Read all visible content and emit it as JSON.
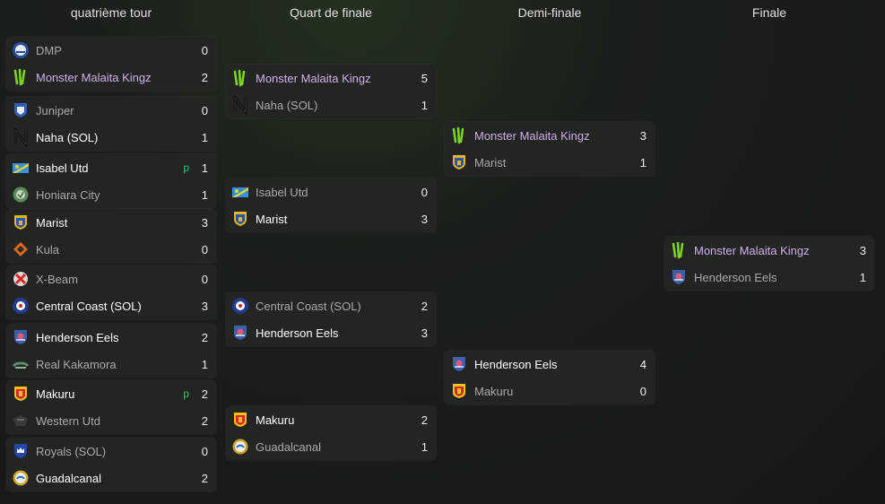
{
  "rounds": [
    {
      "title": "quatrième tour"
    },
    {
      "title": "Quart de finale"
    },
    {
      "title": "Demi-finale"
    },
    {
      "title": "Finale"
    }
  ],
  "matches": [
    {
      "round": 0,
      "team1": {
        "name": "DMP",
        "score": "0",
        "crest": "dmp",
        "state": "lose"
      },
      "team2": {
        "name": "Monster Malaita Kingz",
        "score": "2",
        "crest": "monster",
        "state": "hl"
      }
    },
    {
      "round": 0,
      "team1": {
        "name": "Juniper",
        "score": "0",
        "crest": "juniper",
        "state": "lose"
      },
      "team2": {
        "name": "Naha (SOL)",
        "score": "1",
        "crest": "naha",
        "state": "win"
      }
    },
    {
      "round": 0,
      "team1": {
        "name": "Isabel Utd",
        "score": "1",
        "pen": "p",
        "crest": "isabel",
        "state": "win"
      },
      "team2": {
        "name": "Honiara City",
        "score": "1",
        "crest": "honiara",
        "state": "lose"
      }
    },
    {
      "round": 0,
      "team1": {
        "name": "Marist",
        "score": "3",
        "crest": "marist",
        "state": "win"
      },
      "team2": {
        "name": "Kula",
        "score": "0",
        "crest": "kula",
        "state": "lose"
      }
    },
    {
      "round": 0,
      "team1": {
        "name": "X-Beam",
        "score": "0",
        "crest": "xbeam",
        "state": "lose"
      },
      "team2": {
        "name": "Central Coast (SOL)",
        "score": "3",
        "crest": "central",
        "state": "win"
      }
    },
    {
      "round": 0,
      "team1": {
        "name": "Henderson Eels",
        "score": "2",
        "crest": "henderson",
        "state": "win"
      },
      "team2": {
        "name": "Real Kakamora",
        "score": "1",
        "crest": "kakamora",
        "state": "lose"
      }
    },
    {
      "round": 0,
      "team1": {
        "name": "Makuru",
        "score": "2",
        "pen": "p",
        "crest": "makuru",
        "state": "win"
      },
      "team2": {
        "name": "Western Utd",
        "score": "2",
        "crest": "western",
        "state": "lose"
      }
    },
    {
      "round": 0,
      "team1": {
        "name": "Royals (SOL)",
        "score": "0",
        "crest": "royals",
        "state": "lose"
      },
      "team2": {
        "name": "Guadalcanal",
        "score": "2",
        "crest": "guadalcanal",
        "state": "win"
      }
    },
    {
      "round": 1,
      "team1": {
        "name": "Monster Malaita Kingz",
        "score": "5",
        "crest": "monster",
        "state": "hl"
      },
      "team2": {
        "name": "Naha (SOL)",
        "score": "1",
        "crest": "naha",
        "state": "lose"
      }
    },
    {
      "round": 1,
      "team1": {
        "name": "Isabel Utd",
        "score": "0",
        "crest": "isabel",
        "state": "lose"
      },
      "team2": {
        "name": "Marist",
        "score": "3",
        "crest": "marist",
        "state": "win"
      }
    },
    {
      "round": 1,
      "team1": {
        "name": "Central Coast (SOL)",
        "score": "2",
        "crest": "central",
        "state": "lose"
      },
      "team2": {
        "name": "Henderson Eels",
        "score": "3",
        "crest": "henderson",
        "state": "win"
      }
    },
    {
      "round": 1,
      "team1": {
        "name": "Makuru",
        "score": "2",
        "crest": "makuru",
        "state": "win"
      },
      "team2": {
        "name": "Guadalcanal",
        "score": "1",
        "crest": "guadalcanal",
        "state": "lose"
      }
    },
    {
      "round": 2,
      "team1": {
        "name": "Monster Malaita Kingz",
        "score": "3",
        "crest": "monster",
        "state": "hl"
      },
      "team2": {
        "name": "Marist",
        "score": "1",
        "crest": "marist",
        "state": "lose"
      }
    },
    {
      "round": 2,
      "team1": {
        "name": "Henderson Eels",
        "score": "4",
        "crest": "henderson",
        "state": "win"
      },
      "team2": {
        "name": "Makuru",
        "score": "0",
        "crest": "makuru",
        "state": "lose"
      }
    },
    {
      "round": 3,
      "team1": {
        "name": "Monster Malaita Kingz",
        "score": "3",
        "crest": "monster",
        "state": "hl"
      },
      "team2": {
        "name": "Henderson Eels",
        "score": "1",
        "crest": "henderson",
        "state": "lose"
      }
    }
  ],
  "colors": {
    "highlight": "#cbb1ec",
    "penalty": "#3fbf73",
    "card": "#232523"
  }
}
